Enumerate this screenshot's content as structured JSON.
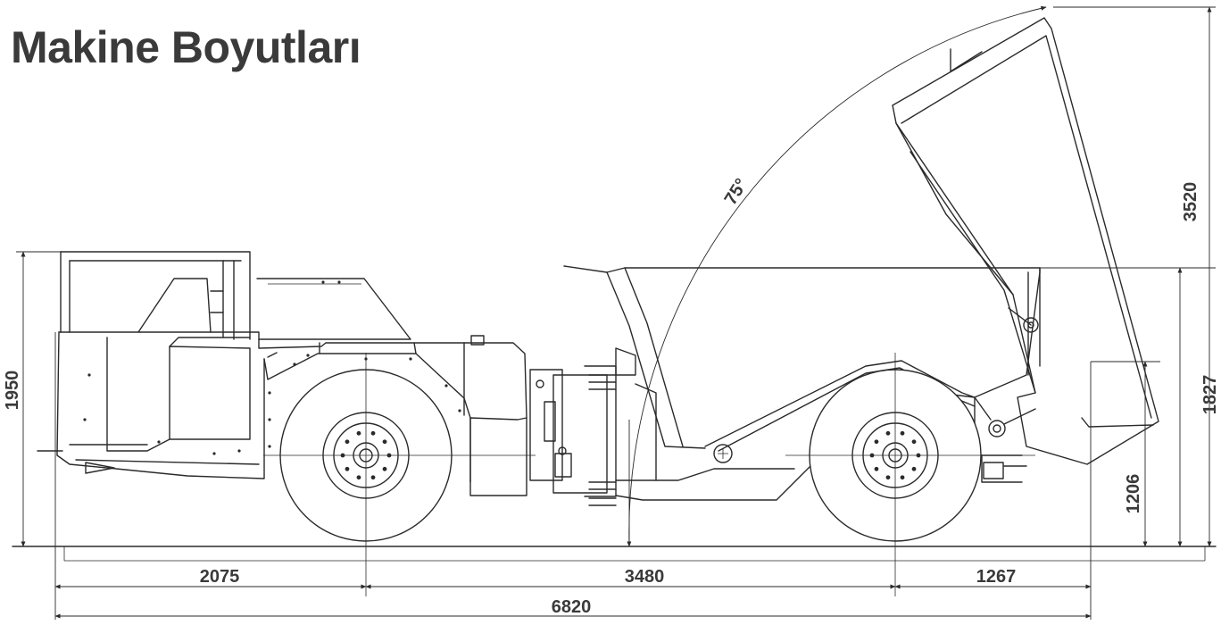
{
  "title": "Makine Boyutları",
  "colors": {
    "line": "#2a2a2a",
    "text": "#3a3a3a",
    "background": "#ffffff"
  },
  "dimensions": {
    "front_overhang": "2075",
    "wheelbase": "3480",
    "rear_overhang": "1267",
    "overall_length": "6820",
    "canopy_height": "1950",
    "tipping_height": "3520",
    "box_height": "1827",
    "dump_clearance": "1206",
    "dump_angle": "75°"
  }
}
